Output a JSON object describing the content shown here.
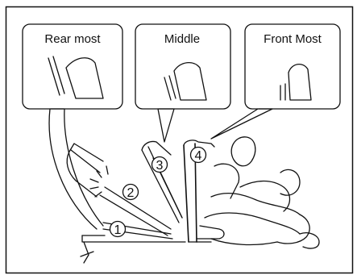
{
  "callouts": {
    "rear": "Rear most",
    "middle": "Middle",
    "front": "Front Most"
  },
  "positions": [
    "1",
    "2",
    "3",
    "4"
  ]
}
